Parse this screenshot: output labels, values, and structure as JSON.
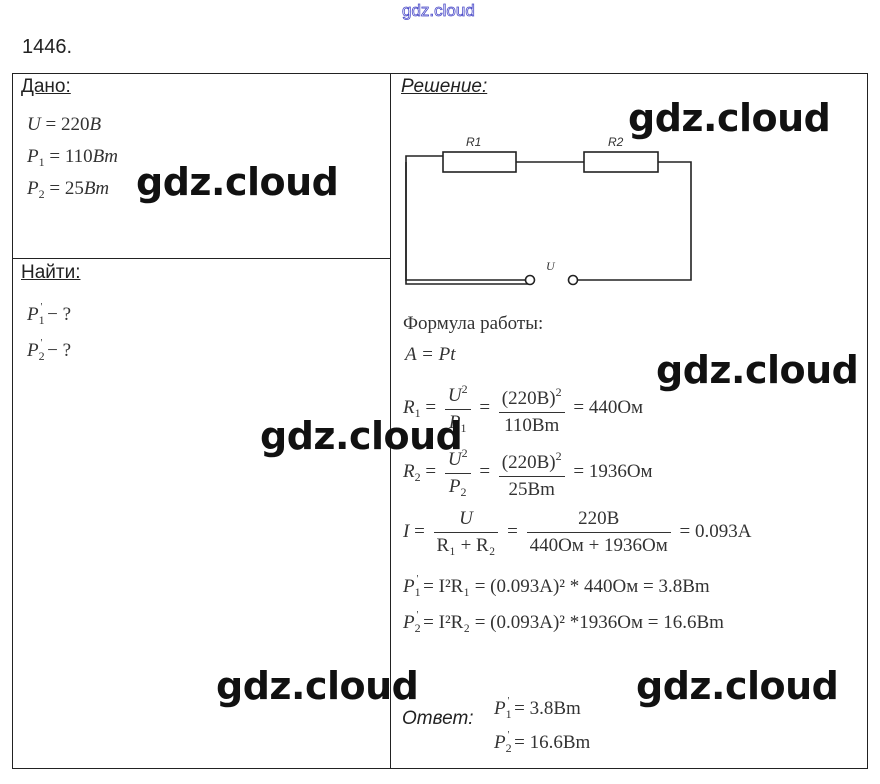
{
  "header": {
    "site_mark": "gdz.cloud",
    "problem_number": "1446."
  },
  "given": {
    "title": "Дано:",
    "items": [
      {
        "symbol": "U",
        "sub": "",
        "value": "= 220",
        "unit": "B"
      },
      {
        "symbol": "P",
        "sub": "1",
        "value": "= 110",
        "unit": "Bm"
      },
      {
        "symbol": "P",
        "sub": "2",
        "value": "= 25",
        "unit": "Bm"
      }
    ]
  },
  "find": {
    "title": "Найти:",
    "items": [
      {
        "symbol": "P",
        "sub": "1",
        "text": "− ?"
      },
      {
        "symbol": "P",
        "sub": "2",
        "text": "− ?"
      }
    ]
  },
  "solution": {
    "title": "Решение:",
    "circuit": {
      "r1_label": "R1",
      "r2_label": "R2",
      "u_label": "U"
    },
    "formula_heading": "Формула работы:",
    "work_formula": "A = Pt",
    "r1": {
      "lhs": "R",
      "sub": "1",
      "num1": "U",
      "den1": "P",
      "num2": "(220B)",
      "den2": "110Bm",
      "result": "= 440Ом"
    },
    "r2": {
      "lhs": "R",
      "sub": "2",
      "num1": "U",
      "den1": "P",
      "num2": "(220B)",
      "den2": "25Bm",
      "result": "= 1936Ом"
    },
    "current": {
      "lhs": "I",
      "num1": "U",
      "den1": "R₁ + R₂",
      "num2": "220B",
      "den2": "440Ом + 1936Ом",
      "result": "= 0.093A"
    },
    "p1": {
      "text": "= I²R₁ = (0.093A)² * 440Ом = 3.8Bm"
    },
    "p2": {
      "text": "= I²R₂ = (0.093A)² *1936Ом = 16.6Bm"
    },
    "answer": {
      "label": "Ответ:",
      "p1": "= 3.8Bm",
      "p2": "= 16.6Bm"
    }
  },
  "watermarks": [
    "gdz.cloud",
    "gdz.cloud",
    "gdz.cloud",
    "gdz.cloud",
    "gdz.cloud",
    "gdz.cloud"
  ]
}
